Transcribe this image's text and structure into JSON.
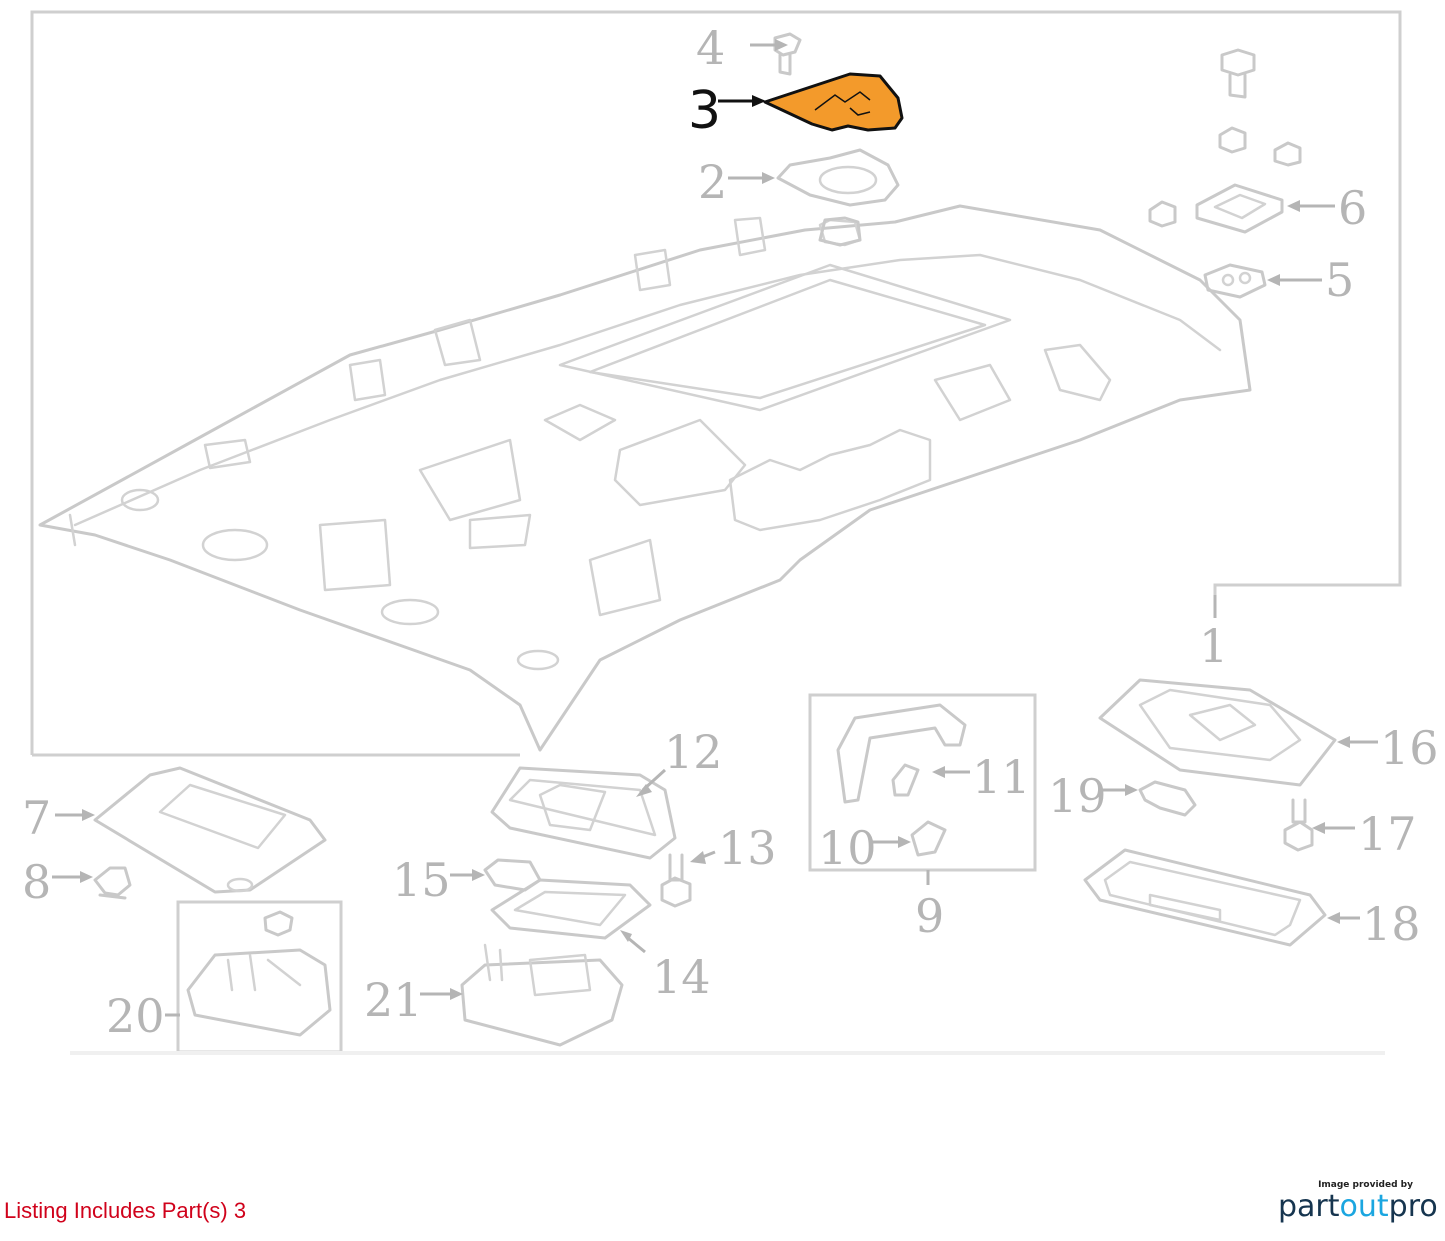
{
  "diagram": {
    "callouts": {
      "c1": "1",
      "c2": "2",
      "c3": "3",
      "c4": "4",
      "c5": "5",
      "c6": "6",
      "c7": "7",
      "c8": "8",
      "c9": "9",
      "c10": "10",
      "c11": "11",
      "c12": "12",
      "c13": "13",
      "c14": "14",
      "c15": "15",
      "c16": "16",
      "c17": "17",
      "c18": "18",
      "c19": "19",
      "c20": "20",
      "c21": "21"
    },
    "highlighted_part": "3",
    "colors": {
      "highlight_fill": "#f39a2b",
      "highlight_stroke": "#111111",
      "line_art": "#c9c9c9",
      "callout_text": "#b5b5b5"
    }
  },
  "footer": {
    "listing_note": "Listing Includes Part(s) 3",
    "listing_note_color": "#d0021b",
    "credit_caption": "Image provided by",
    "logo_part": "part",
    "logo_out": "out",
    "logo_pro": "pro"
  }
}
